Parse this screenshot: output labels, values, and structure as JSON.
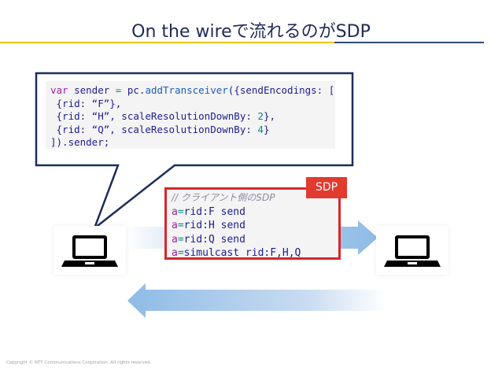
{
  "slide": {
    "title": "On the wireで流れるのがSDP",
    "copyright": "Copyright © NTT Communications Corporation. All rights reserved."
  },
  "code": {
    "lines": [
      [
        {
          "t": "var",
          "c": "kw"
        },
        {
          "t": " sender ",
          "c": ""
        },
        {
          "t": "=",
          "c": "op"
        },
        {
          "t": " pc.",
          "c": ""
        },
        {
          "t": "addTransceiver",
          "c": "fn"
        },
        {
          "t": "({sendEncodings: [",
          "c": ""
        }
      ],
      [
        {
          "t": " {rid: “F”},",
          "c": ""
        }
      ],
      [
        {
          "t": " {rid: “H”, scaleResolutionDownBy: ",
          "c": ""
        },
        {
          "t": "2",
          "c": "num"
        },
        {
          "t": "},",
          "c": ""
        }
      ],
      [
        {
          "t": " {rid: “Q”, scaleResolutionDownBy: ",
          "c": ""
        },
        {
          "t": "4",
          "c": "num"
        },
        {
          "t": "}",
          "c": ""
        }
      ],
      [
        {
          "t": "]).sender;",
          "c": ""
        }
      ]
    ]
  },
  "sdp": {
    "label": "SDP",
    "comment": "// クライアント側のSDP",
    "lines": [
      {
        "k": "a",
        "v": "rid:F send"
      },
      {
        "k": "a",
        "v": "rid:H send"
      },
      {
        "k": "a",
        "v": "rid:Q send"
      },
      {
        "k": "a",
        "v": "simulcast rid:F,H,Q"
      }
    ]
  },
  "icons": {
    "left": "laptop-icon",
    "right": "laptop-icon"
  },
  "colors": {
    "title": "#1f2a55",
    "accent_yellow": "#f0c419",
    "accent_navy": "#2e4b7a",
    "sdp_red": "#d9262b",
    "arrow_blue": "#9cc3e6"
  }
}
